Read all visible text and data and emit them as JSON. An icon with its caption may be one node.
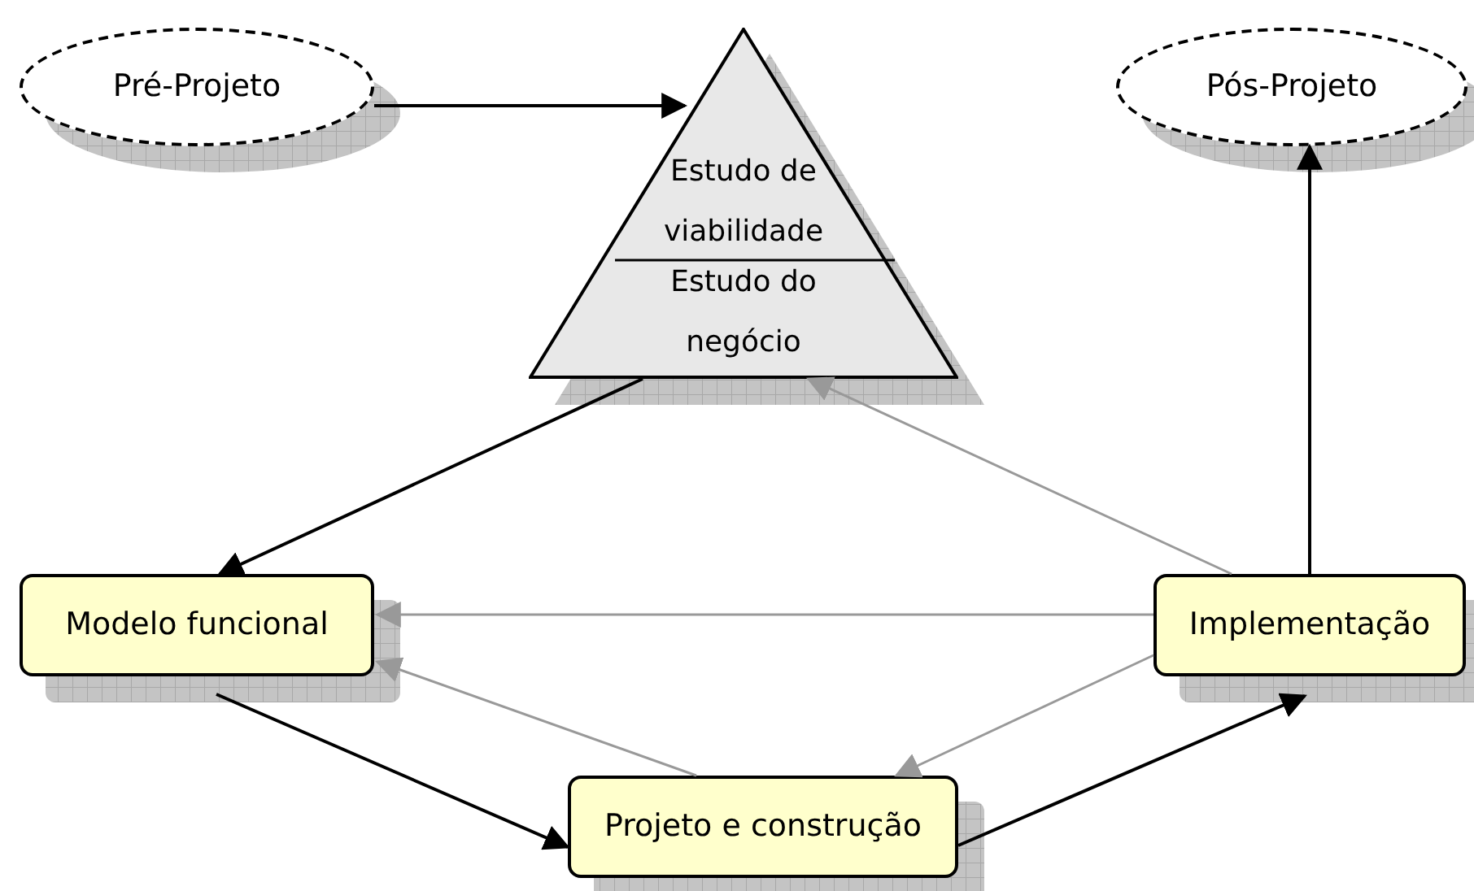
{
  "diagram": {
    "nodes": [
      {
        "text": [
          "Pré-Projeto"
        ]
      },
      {
        "text": [
          "Estudo de viabilidade",
          "Estudo do negócio"
        ]
      },
      {
        "text": [
          "Pós-Projeto"
        ]
      },
      {
        "text": [
          "Modelo funcional"
        ]
      },
      {
        "text": [
          "Implementação"
        ]
      },
      {
        "text": [
          "Projeto e construção"
        ]
      }
    ],
    "edges": [
      {
        "from": 0,
        "to": 1,
        "arrow": "to"
      },
      {
        "from": 1,
        "to": 3,
        "arrow": "to"
      },
      {
        "from": 4,
        "to": 2,
        "arrow": "to"
      },
      {
        "from": 3,
        "to": 5,
        "arrow": "to"
      },
      {
        "from": 5,
        "to": 4,
        "arrow": "to"
      },
      {
        "from": 4,
        "to": 1,
        "arrow": "to",
        "color": "#999999"
      },
      {
        "from": 4,
        "to": 3,
        "arrow": "to",
        "color": "#999999"
      },
      {
        "from": 5,
        "to": 3,
        "arrow": "to",
        "color": "#999999"
      },
      {
        "from": 4,
        "to": 5,
        "arrow": "to",
        "color": "#999999"
      }
    ]
  }
}
